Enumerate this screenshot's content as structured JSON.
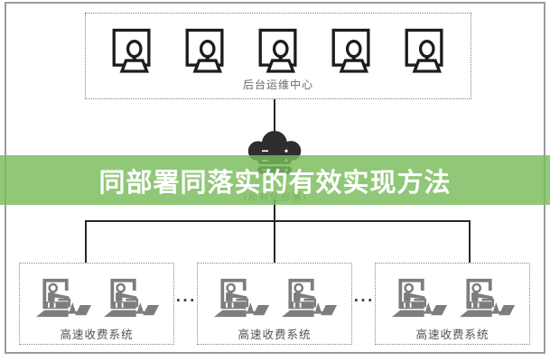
{
  "banner": {
    "title": "同部署同落实的有效实现方法",
    "background_color": "#78BC5A",
    "text_color": "#ffffff"
  },
  "ops_center": {
    "label": "后台运维中心",
    "workstation_count": 5
  },
  "cloud": {
    "deploy_label": "(私有化部署)"
  },
  "toll_systems": [
    {
      "label": "高速收费系统"
    },
    {
      "label": "高速收费系统"
    },
    {
      "label": "高速收费系统"
    }
  ],
  "separator": {
    "ellipsis": "···"
  },
  "colors": {
    "workstation_icon": "#1c1c1c",
    "toll_icon_gray": "#7d7d7d",
    "connector_line": "#262626",
    "dashed_border": "#7f7f7f",
    "frame_border": "#9b9b9b"
  }
}
